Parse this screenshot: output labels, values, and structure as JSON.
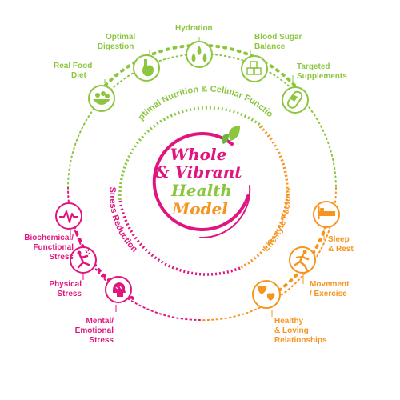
{
  "colors": {
    "green": "#8cc63f",
    "orange": "#f7941d",
    "magenta": "#e0157f",
    "teal": "#6db33f"
  },
  "center": {
    "line1": "Whole",
    "line2": "& Vibrant",
    "line3": "Health",
    "line4": "Model"
  },
  "arcs": {
    "nutrition": "Optimal Nutrition & Cellular Function",
    "lifestyle": "Lifestyle Factors",
    "stress": "Stress Reduction"
  },
  "nutrition_items": [
    {
      "label_1": "Real Food",
      "label_2": "Diet",
      "icon": "salad-bowl-icon"
    },
    {
      "label_1": "Optimal",
      "label_2": "Digestion",
      "icon": "stomach-icon"
    },
    {
      "label_1": "Hydration",
      "label_2": "",
      "icon": "water-drops-icon"
    },
    {
      "label_1": "Blood Sugar",
      "label_2": "Balance",
      "icon": "sugar-cubes-icon"
    },
    {
      "label_1": "Targeted",
      "label_2": "Supplements",
      "icon": "capsule-icon"
    }
  ],
  "lifestyle_items": [
    {
      "label_1": "Sleep",
      "label_2": "& Rest",
      "icon": "bed-icon"
    },
    {
      "label_1": "Movement",
      "label_2": "/ Exercise",
      "icon": "running-icon"
    },
    {
      "label_1": "Healthy",
      "label_2": "& Loving",
      "label_3": "Relationships",
      "icon": "hearts-icon"
    }
  ],
  "stress_items": [
    {
      "label_1": "Biochemical/",
      "label_2": "Functional",
      "label_3": "Stress",
      "icon": "heartbeat-icon"
    },
    {
      "label_1": "Physical",
      "label_2": "Stress",
      "icon": "injury-icon"
    },
    {
      "label_1": "Mental/",
      "label_2": "Emotional",
      "label_3": "Stress",
      "icon": "stressed-head-icon"
    }
  ]
}
